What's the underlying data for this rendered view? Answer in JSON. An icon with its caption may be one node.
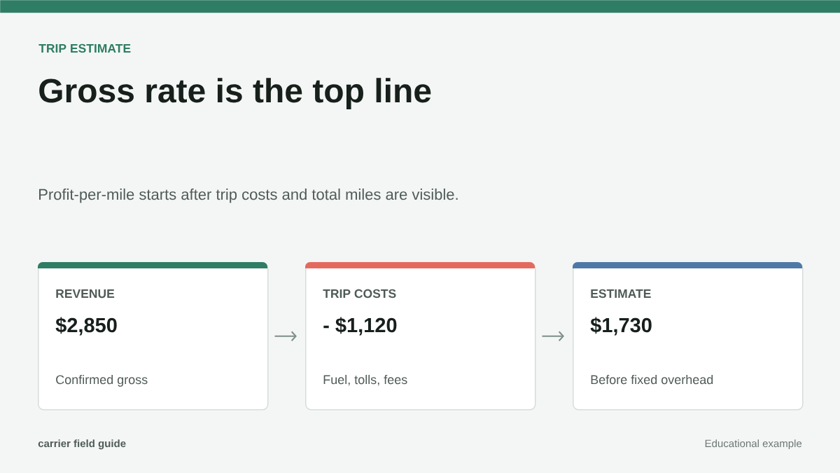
{
  "diagram": {
    "title": "Gross rate is the top line",
    "nodes": [
      {
        "text": [],
        "shape": "bar"
      },
      {
        "text": [
          "REVENUE",
          "$2,850",
          "Confirmed gross"
        ]
      },
      {
        "text": [
          "TRIP COSTS",
          "- $1,120",
          "Fuel, tolls, fees"
        ]
      },
      {
        "text": [
          "ESTIMATE",
          "$1,730",
          "Before fixed overhead"
        ]
      }
    ],
    "edges": [
      {
        "from": 1,
        "to": 2,
        "arrow": "to"
      },
      {
        "from": 2,
        "to": 3,
        "arrow": "to"
      }
    ],
    "labels": [
      "TRIP ESTIMATE",
      "Profit-per-mile starts after trip costs and total miles are visible.",
      "carrier field guide",
      "Educational example"
    ]
  }
}
